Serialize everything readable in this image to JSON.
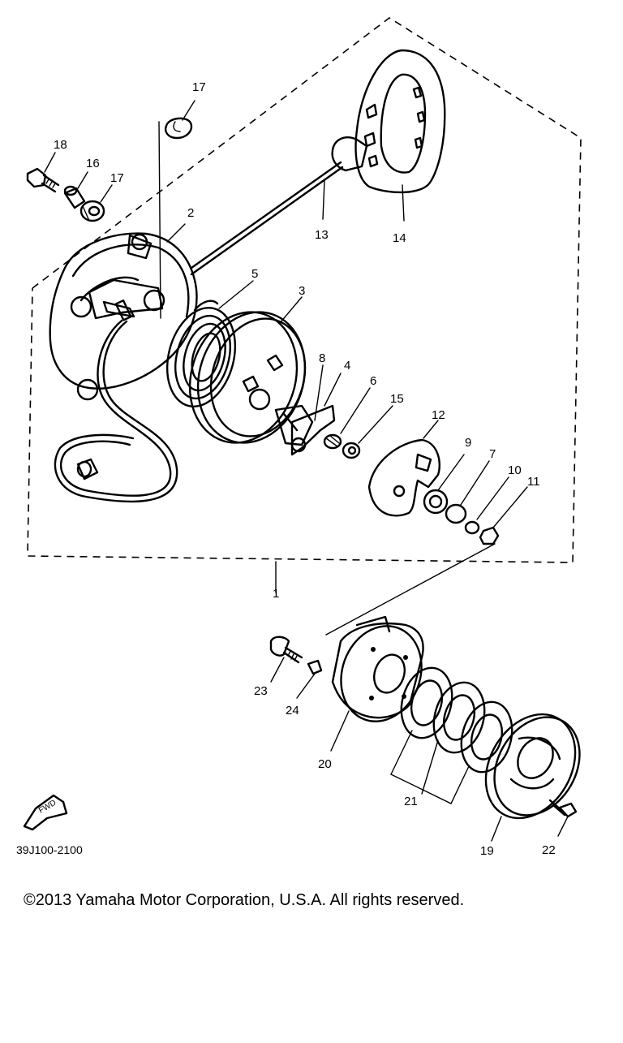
{
  "diagram": {
    "part_numbers": [
      "1",
      "2",
      "3",
      "4",
      "5",
      "6",
      "7",
      "8",
      "9",
      "10",
      "11",
      "12",
      "13",
      "14",
      "15",
      "16",
      "17",
      "17",
      "18",
      "19",
      "20",
      "21",
      "22",
      "23",
      "24"
    ],
    "drawing_code": "39J100-2100",
    "fwd_marker": "FWD",
    "copyright": "©2013 Yamaha Motor Corporation, U.S.A. All rights reserved."
  },
  "colors": {
    "ink": "#000000",
    "background": "#ffffff"
  }
}
